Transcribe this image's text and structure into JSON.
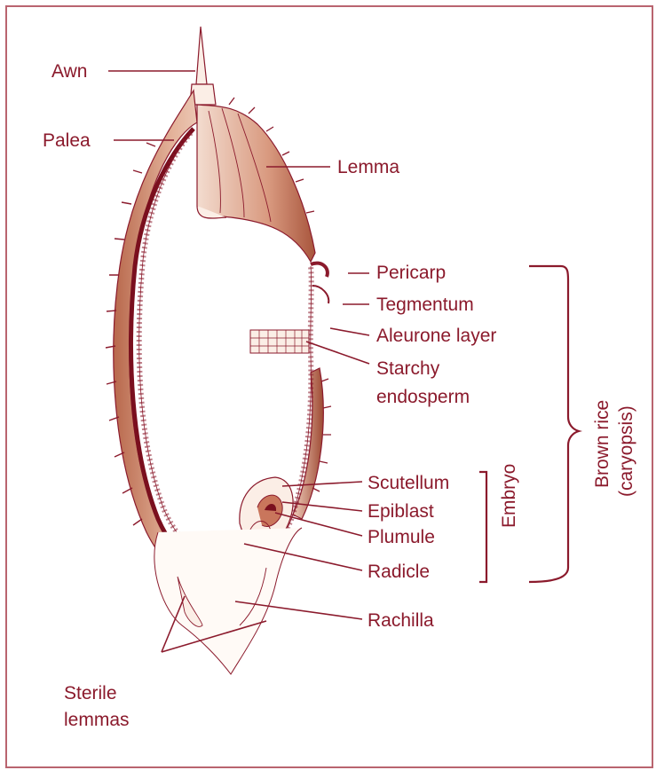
{
  "colors": {
    "frame": "#b9646f",
    "label": "#8b1a2c",
    "hull_light": "#f3dccf",
    "hull_dark": "#a8553c",
    "aleurone": "#7a0f1e"
  },
  "labels": {
    "awn": "Awn",
    "palea": "Palea",
    "lemma": "Lemma",
    "pericarp": "Pericarp",
    "tegmentum": "Tegmentum",
    "aleurone": "Aleurone layer",
    "starchy_1": "Starchy",
    "starchy_2": "endosperm",
    "scutellum": "Scutellum",
    "epiblast": "Epiblast",
    "plumule": "Plumule",
    "radicle": "Radicle",
    "rachilla": "Rachilla",
    "sterile_1": "Sterile",
    "sterile_2": "lemmas"
  },
  "groups": {
    "embryo": "Embryo",
    "brown_rice_1": "Brown rice",
    "brown_rice_2": "(caryopsis)"
  }
}
